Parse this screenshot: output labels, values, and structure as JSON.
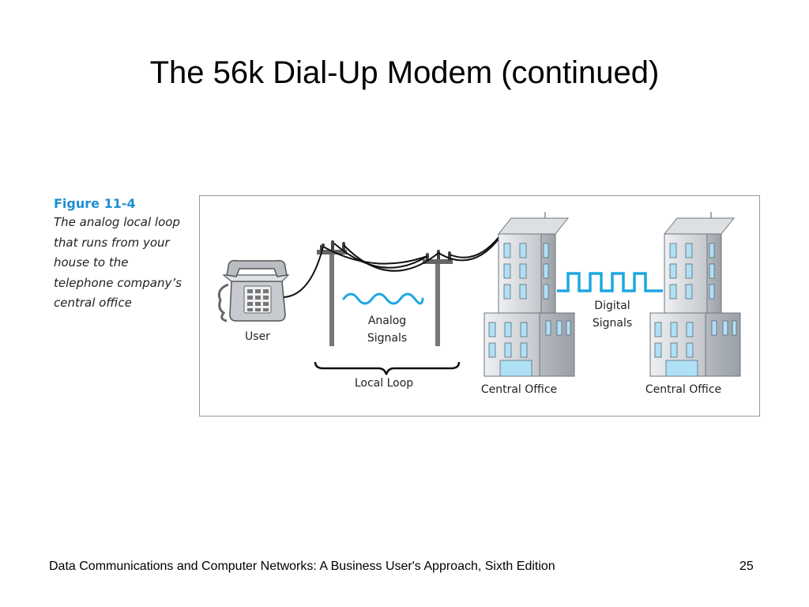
{
  "slide": {
    "title": "The 56k Dial-Up Modem (continued)"
  },
  "figure": {
    "label": "Figure 11-4",
    "caption": "The analog local loop\nthat runs from your\nhouse to the\ntelephone company’s\ncentral office",
    "diagram": {
      "user_label": "User",
      "analog_line1": "Analog",
      "analog_line2": "Signals",
      "local_loop_label": "Local Loop",
      "digital_line1": "Digital",
      "digital_line2": "Signals",
      "central_office_left": "Central Office",
      "central_office_right": "Central Office",
      "signal_color": "#1ea7e1"
    }
  },
  "footer": {
    "text": "Data Communications and Computer Networks: A Business User's Approach, Sixth Edition",
    "page": "25"
  }
}
